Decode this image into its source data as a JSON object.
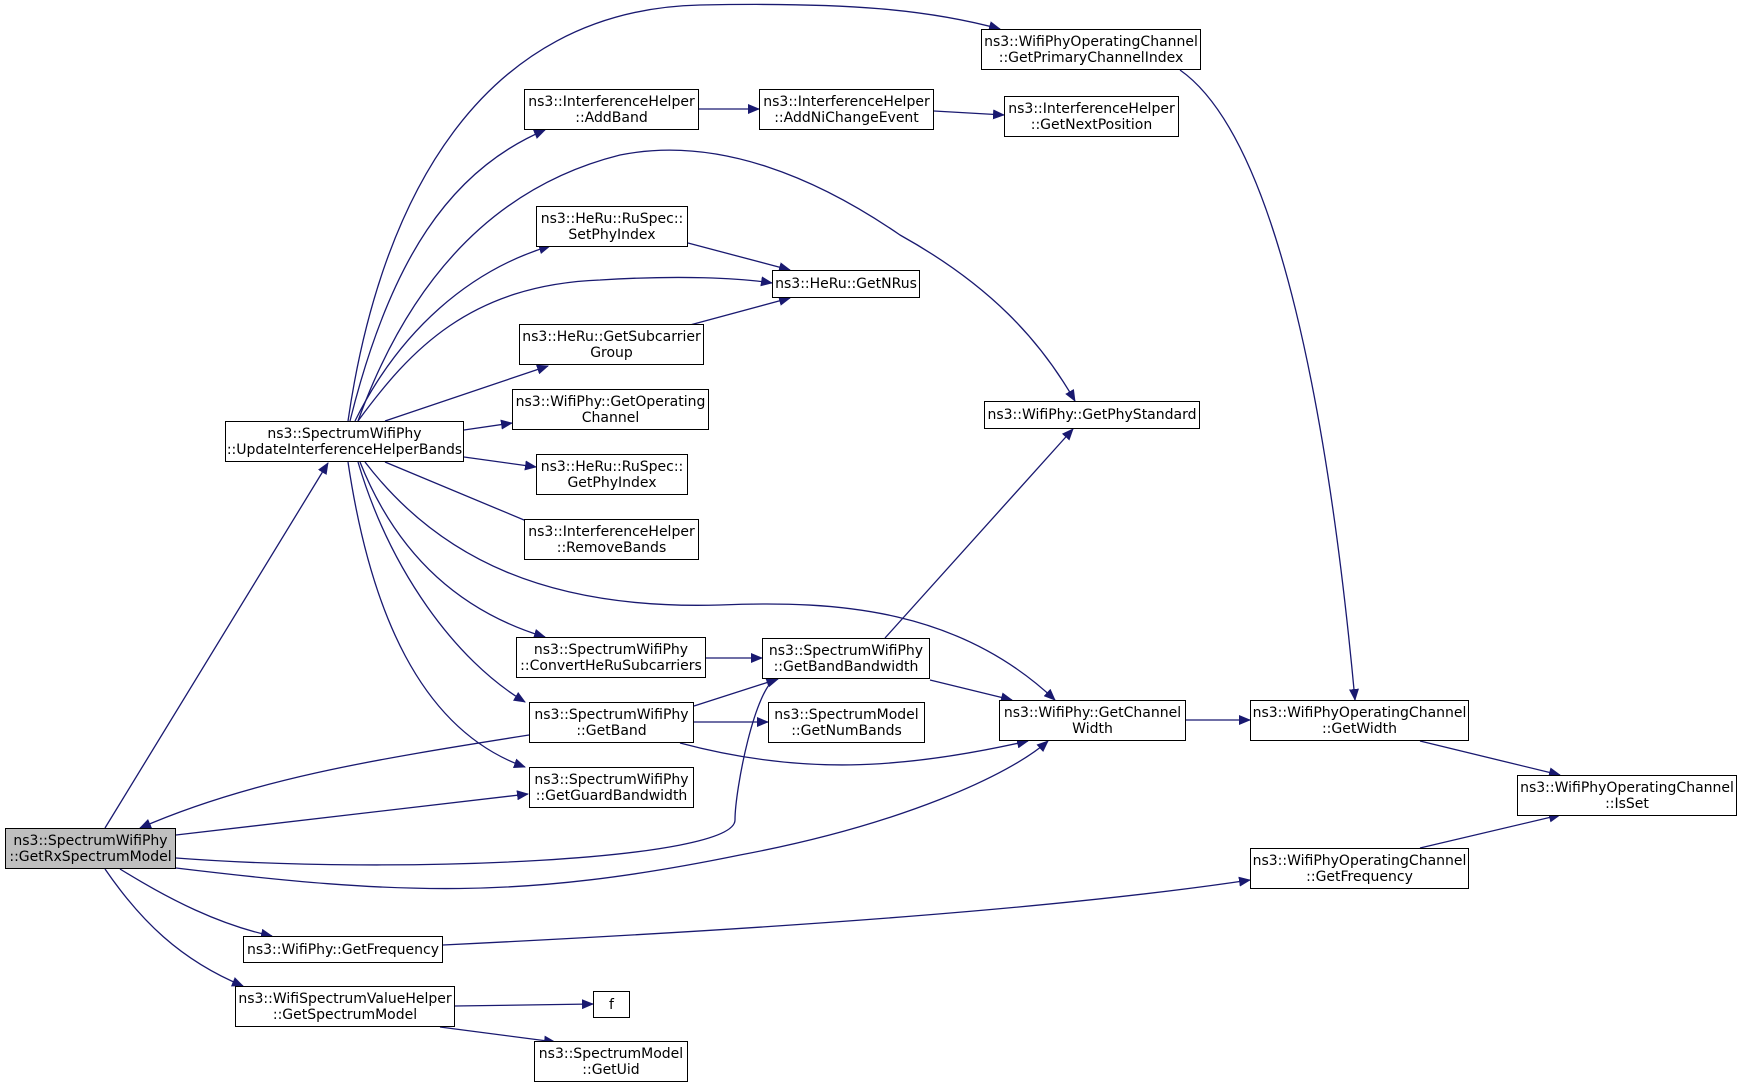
{
  "graph": {
    "colors": {
      "edge": "#191970",
      "root_fill": "#bfbfbf",
      "node_fill": "#ffffff",
      "border": "#000000"
    },
    "nodes": {
      "n0": {
        "lines": [
          "ns3::SpectrumWifiPhy",
          "::GetRxSpectrumModel"
        ],
        "root": true
      },
      "n1": {
        "lines": [
          "ns3::SpectrumWifiPhy",
          "::UpdateInterferenceHelperBands"
        ]
      },
      "n2": {
        "lines": [
          "ns3::WifiPhyOperatingChannel",
          "::GetPrimaryChannelIndex"
        ]
      },
      "n3": {
        "lines": [
          "ns3::InterferenceHelper",
          "::AddBand"
        ]
      },
      "n4": {
        "lines": [
          "ns3::InterferenceHelper",
          "::AddNiChangeEvent"
        ]
      },
      "n5": {
        "lines": [
          "ns3::InterferenceHelper",
          "::GetNextPosition"
        ]
      },
      "n6": {
        "lines": [
          "ns3::HeRu::RuSpec::",
          "SetPhyIndex"
        ]
      },
      "n7": {
        "lines": [
          "ns3::HeRu::GetNRus"
        ]
      },
      "n8": {
        "lines": [
          "ns3::HeRu::GetSubcarrier",
          "Group"
        ]
      },
      "n9": {
        "lines": [
          "ns3::WifiPhy::GetOperating",
          "Channel"
        ]
      },
      "n10": {
        "lines": [
          "ns3::WifiPhy::GetPhyStandard"
        ]
      },
      "n11": {
        "lines": [
          "ns3::HeRu::RuSpec::",
          "GetPhyIndex"
        ]
      },
      "n12": {
        "lines": [
          "ns3::InterferenceHelper",
          "::RemoveBands"
        ]
      },
      "n13": {
        "lines": [
          "ns3::SpectrumWifiPhy",
          "::ConvertHeRuSubcarriers"
        ]
      },
      "n14": {
        "lines": [
          "ns3::SpectrumWifiPhy",
          "::GetBandBandwidth"
        ]
      },
      "n15": {
        "lines": [
          "ns3::SpectrumWifiPhy",
          "::GetBand"
        ]
      },
      "n16": {
        "lines": [
          "ns3::SpectrumModel",
          "::GetNumBands"
        ]
      },
      "n17": {
        "lines": [
          "ns3::WifiPhy::GetChannel",
          "Width"
        ]
      },
      "n18": {
        "lines": [
          "ns3::WifiPhyOperatingChannel",
          "::GetWidth"
        ]
      },
      "n19": {
        "lines": [
          "ns3::WifiPhyOperatingChannel",
          "::IsSet"
        ]
      },
      "n20": {
        "lines": [
          "ns3::SpectrumWifiPhy",
          "::GetGuardBandwidth"
        ]
      },
      "n21": {
        "lines": [
          "ns3::WifiPhyOperatingChannel",
          "::GetFrequency"
        ]
      },
      "n22": {
        "lines": [
          "ns3::WifiPhy::GetFrequency"
        ]
      },
      "n23": {
        "lines": [
          "ns3::WifiSpectrumValueHelper",
          "::GetSpectrumModel"
        ]
      },
      "n24": {
        "lines": [
          "f"
        ]
      },
      "n25": {
        "lines": [
          "ns3::SpectrumModel",
          "::GetUid"
        ]
      }
    },
    "edges": [
      [
        "n0",
        "n1"
      ],
      [
        "n0",
        "n14"
      ],
      [
        "n0",
        "n17"
      ],
      [
        "n0",
        "n20"
      ],
      [
        "n0",
        "n22"
      ],
      [
        "n0",
        "n23"
      ],
      [
        "n1",
        "n2"
      ],
      [
        "n1",
        "n3"
      ],
      [
        "n1",
        "n6"
      ],
      [
        "n1",
        "n7"
      ],
      [
        "n1",
        "n8"
      ],
      [
        "n1",
        "n9"
      ],
      [
        "n1",
        "n10"
      ],
      [
        "n1",
        "n11"
      ],
      [
        "n1",
        "n12"
      ],
      [
        "n1",
        "n13"
      ],
      [
        "n1",
        "n15"
      ],
      [
        "n1",
        "n17"
      ],
      [
        "n1",
        "n20"
      ],
      [
        "n3",
        "n4"
      ],
      [
        "n4",
        "n5"
      ],
      [
        "n6",
        "n7"
      ],
      [
        "n8",
        "n7"
      ],
      [
        "n13",
        "n14"
      ],
      [
        "n14",
        "n10"
      ],
      [
        "n14",
        "n17"
      ],
      [
        "n15",
        "n0"
      ],
      [
        "n15",
        "n14"
      ],
      [
        "n15",
        "n16"
      ],
      [
        "n15",
        "n17"
      ],
      [
        "n17",
        "n18"
      ],
      [
        "n2",
        "n18"
      ],
      [
        "n18",
        "n19"
      ],
      [
        "n21",
        "n19"
      ],
      [
        "n22",
        "n21"
      ],
      [
        "n23",
        "n24"
      ],
      [
        "n23",
        "n25"
      ]
    ]
  }
}
